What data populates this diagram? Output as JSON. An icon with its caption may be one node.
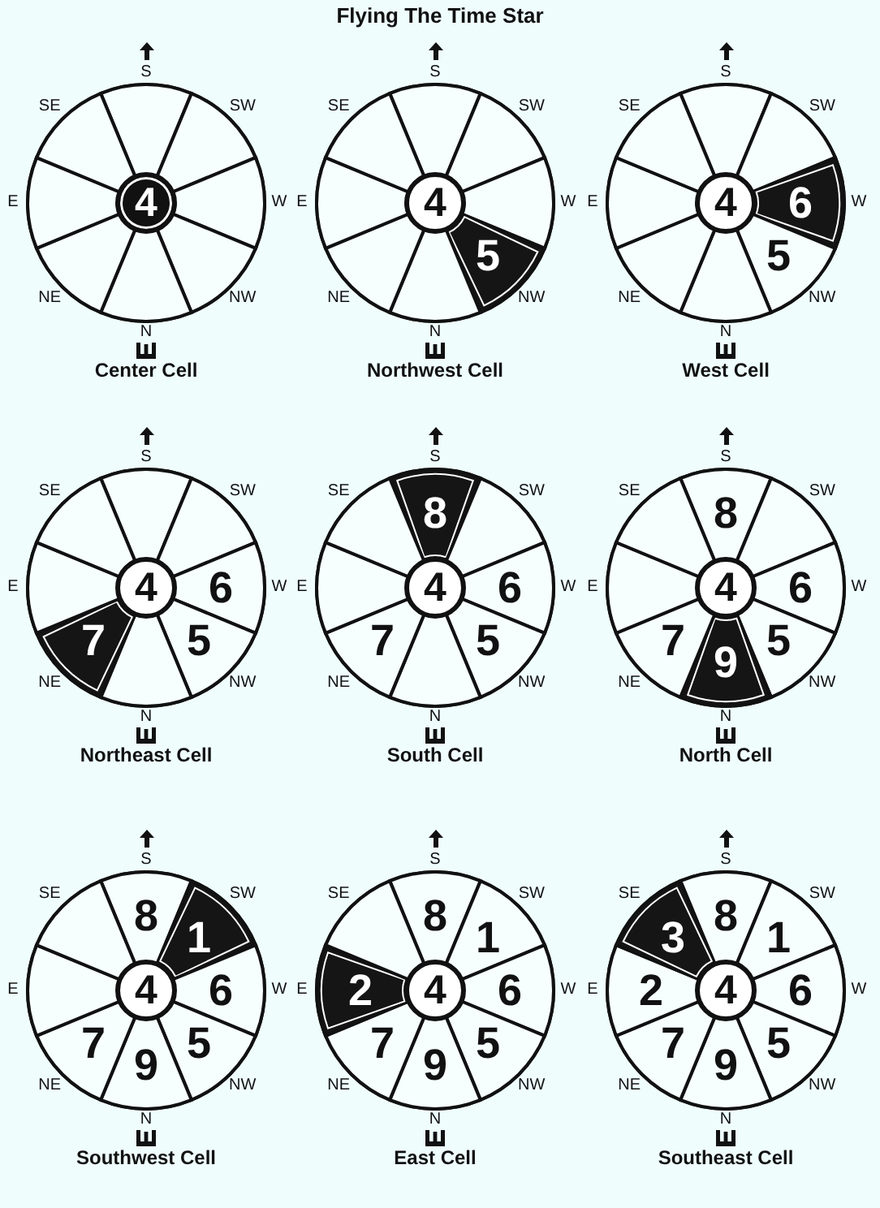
{
  "diagram": {
    "title": "Flying The Time Star",
    "nodes": [
      {
        "text": [
          "Center Cell"
        ]
      },
      {
        "text": [],
        "shape": "wedge",
        "in": 0
      },
      {
        "text": [],
        "shape": "wedge",
        "in": 0
      },
      {
        "text": [],
        "shape": "wedge",
        "in": 0
      },
      {
        "text": [],
        "shape": "wedge",
        "in": 0
      },
      {
        "text": [],
        "shape": "wedge",
        "in": 0
      },
      {
        "text": [],
        "shape": "wedge",
        "in": 0
      },
      {
        "text": [],
        "shape": "wedge",
        "in": 0
      },
      {
        "text": [],
        "shape": "wedge",
        "in": 0
      },
      {
        "text": [
          "4"
        ],
        "in": 0
      },
      {
        "text": [
          "Northwest Cell"
        ]
      },
      {
        "text": [],
        "shape": "wedge",
        "in": 10
      },
      {
        "text": [],
        "shape": "wedge",
        "in": 10
      },
      {
        "text": [],
        "shape": "wedge",
        "in": 10
      },
      {
        "text": [
          "5"
        ],
        "in": 10
      },
      {
        "text": [],
        "shape": "wedge",
        "in": 10
      },
      {
        "text": [],
        "shape": "wedge",
        "in": 10
      },
      {
        "text": [],
        "shape": "wedge",
        "in": 10
      },
      {
        "text": [],
        "shape": "wedge",
        "in": 10
      },
      {
        "text": [
          "4"
        ],
        "in": 10
      },
      {
        "text": [
          "West Cell"
        ]
      },
      {
        "text": [],
        "shape": "wedge",
        "in": 20
      },
      {
        "text": [],
        "shape": "wedge",
        "in": 20
      },
      {
        "text": [
          "6"
        ],
        "in": 20
      },
      {
        "text": [
          "5"
        ],
        "in": 20
      },
      {
        "text": [],
        "shape": "wedge",
        "in": 20
      },
      {
        "text": [],
        "shape": "wedge",
        "in": 20
      },
      {
        "text": [],
        "shape": "wedge",
        "in": 20
      },
      {
        "text": [],
        "shape": "wedge",
        "in": 20
      },
      {
        "text": [
          "4"
        ],
        "in": 20
      },
      {
        "text": [
          "Northeast Cell"
        ]
      },
      {
        "text": [],
        "shape": "wedge",
        "in": 30
      },
      {
        "text": [],
        "shape": "wedge",
        "in": 30
      },
      {
        "text": [
          "6"
        ],
        "in": 30
      },
      {
        "text": [
          "5"
        ],
        "in": 30
      },
      {
        "text": [],
        "shape": "wedge",
        "in": 30
      },
      {
        "text": [
          "7"
        ],
        "in": 30
      },
      {
        "text": [],
        "shape": "wedge",
        "in": 30
      },
      {
        "text": [],
        "shape": "wedge",
        "in": 30
      },
      {
        "text": [
          "4"
        ],
        "in": 30
      },
      {
        "text": [
          "South Cell"
        ]
      },
      {
        "text": [
          "8"
        ],
        "in": 40
      },
      {
        "text": [],
        "shape": "wedge",
        "in": 40
      },
      {
        "text": [
          "6"
        ],
        "in": 40
      },
      {
        "text": [
          "5"
        ],
        "in": 40
      },
      {
        "text": [],
        "shape": "wedge",
        "in": 40
      },
      {
        "text": [
          "7"
        ],
        "in": 40
      },
      {
        "text": [],
        "shape": "wedge",
        "in": 40
      },
      {
        "text": [],
        "shape": "wedge",
        "in": 40
      },
      {
        "text": [
          "4"
        ],
        "in": 40
      },
      {
        "text": [
          "North Cell"
        ]
      },
      {
        "text": [
          "8"
        ],
        "in": 50
      },
      {
        "text": [],
        "shape": "wedge",
        "in": 50
      },
      {
        "text": [
          "6"
        ],
        "in": 50
      },
      {
        "text": [
          "5"
        ],
        "in": 50
      },
      {
        "text": [
          "9"
        ],
        "in": 50
      },
      {
        "text": [
          "7"
        ],
        "in": 50
      },
      {
        "text": [],
        "shape": "wedge",
        "in": 50
      },
      {
        "text": [],
        "shape": "wedge",
        "in": 50
      },
      {
        "text": [
          "4"
        ],
        "in": 50
      },
      {
        "text": [
          "Southwest Cell"
        ]
      },
      {
        "text": [
          "8"
        ],
        "in": 60
      },
      {
        "text": [
          "1"
        ],
        "in": 60
      },
      {
        "text": [
          "6"
        ],
        "in": 60
      },
      {
        "text": [
          "5"
        ],
        "in": 60
      },
      {
        "text": [
          "9"
        ],
        "in": 60
      },
      {
        "text": [
          "7"
        ],
        "in": 60
      },
      {
        "text": [],
        "shape": "wedge",
        "in": 60
      },
      {
        "text": [],
        "shape": "wedge",
        "in": 60
      },
      {
        "text": [
          "4"
        ],
        "in": 60
      },
      {
        "text": [
          "East Cell"
        ]
      },
      {
        "text": [
          "8"
        ],
        "in": 70
      },
      {
        "text": [
          "1"
        ],
        "in": 70
      },
      {
        "text": [
          "6"
        ],
        "in": 70
      },
      {
        "text": [
          "5"
        ],
        "in": 70
      },
      {
        "text": [
          "9"
        ],
        "in": 70
      },
      {
        "text": [
          "7"
        ],
        "in": 70
      },
      {
        "text": [
          "2"
        ],
        "in": 70
      },
      {
        "text": [],
        "shape": "wedge",
        "in": 70
      },
      {
        "text": [
          "4"
        ],
        "in": 70
      },
      {
        "text": [
          "Southeast Cell"
        ]
      },
      {
        "text": [
          "8"
        ],
        "in": 80
      },
      {
        "text": [
          "1"
        ],
        "in": 80
      },
      {
        "text": [
          "6"
        ],
        "in": 80
      },
      {
        "text": [
          "5"
        ],
        "in": 80
      },
      {
        "text": [
          "9"
        ],
        "in": 80
      },
      {
        "text": [
          "7"
        ],
        "in": 80
      },
      {
        "text": [
          "2"
        ],
        "in": 80
      },
      {
        "text": [
          "3"
        ],
        "in": 80
      },
      {
        "text": [
          "4"
        ],
        "in": 80
      }
    ],
    "labels": [
      "S",
      "SE",
      "SW",
      "E",
      "W",
      "NE",
      "NW",
      "N",
      "S",
      "SE",
      "SW",
      "E",
      "W",
      "NE",
      "NW",
      "N",
      "S",
      "SE",
      "SW",
      "E",
      "W",
      "NE",
      "NW",
      "N",
      "S",
      "SE",
      "SW",
      "E",
      "W",
      "NE",
      "NW",
      "N",
      "S",
      "SE",
      "SW",
      "E",
      "W",
      "NE",
      "NW",
      "N",
      "S",
      "SE",
      "SW",
      "E",
      "W",
      "NE",
      "NW",
      "N",
      "S",
      "SE",
      "SW",
      "E",
      "W",
      "NE",
      "NW",
      "N",
      "S",
      "SE",
      "SW",
      "E",
      "W",
      "NE",
      "NW",
      "N",
      "S",
      "SE",
      "SW",
      "E",
      "W",
      "NE",
      "NW",
      "N"
    ]
  }
}
